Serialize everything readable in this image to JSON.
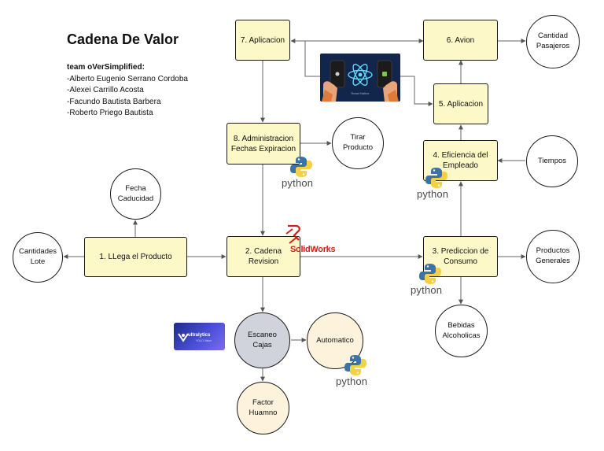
{
  "title": "Cadena De Valor",
  "team": {
    "heading": "team  oVerSimplified:",
    "members": [
      "-Alberto Eugenio Serrano Cordoba",
      "-Alexei Carrillo Acosta",
      "-Facundo Bautista Barbera",
      "-Roberto Priego Bautista"
    ]
  },
  "nodes": {
    "llega_producto": "1. LLega el Producto",
    "cadena_revision": "2. Cadena\nRevision",
    "prediccion_consumo": "3. Prediccion de\nConsumo",
    "eficiencia_empleado": "4. Eficiencia del\nEmpleado",
    "aplicacion_5": "5. Aplicacion",
    "avion": "6. Avion",
    "aplicacion_7": "7. Aplicacion",
    "administracion_fechas": "8. Administracion\nFechas Expiracion",
    "cantidades_lote": "Cantidades\nLote",
    "fecha_caducidad": "Fecha\nCaducidad",
    "tirar_producto": "Tirar\nProducto",
    "cantidad_pasajeros": "Cantidad\nPasajeros",
    "tiempos": "Tiempos",
    "productos_generales": "Productos\nGenerales",
    "bebidas_alcoholicas": "Bebidas\nAlcoholicas",
    "escaneo_cajas": "Escaneo\nCajas",
    "automatico": "Automatico",
    "factor_humano": "Factor\nHuamno"
  },
  "logos": {
    "python_word": "python",
    "solidworks_word": "SolidWorks",
    "react_native_caption": "React Native",
    "ultralytics_brand": "ultralytics",
    "ultralytics_sub": "YOLO Vision"
  },
  "colors": {
    "process_fill": "#fdf8c8",
    "outline": "#1a1a1a",
    "scan_fill": "#d0d3db",
    "auto_fill": "#fdf2dc",
    "python_blue": "#3b72a8",
    "python_yellow": "#f5cf45",
    "react_blue": "#61dafb",
    "solidworks_red": "#d0201a"
  }
}
